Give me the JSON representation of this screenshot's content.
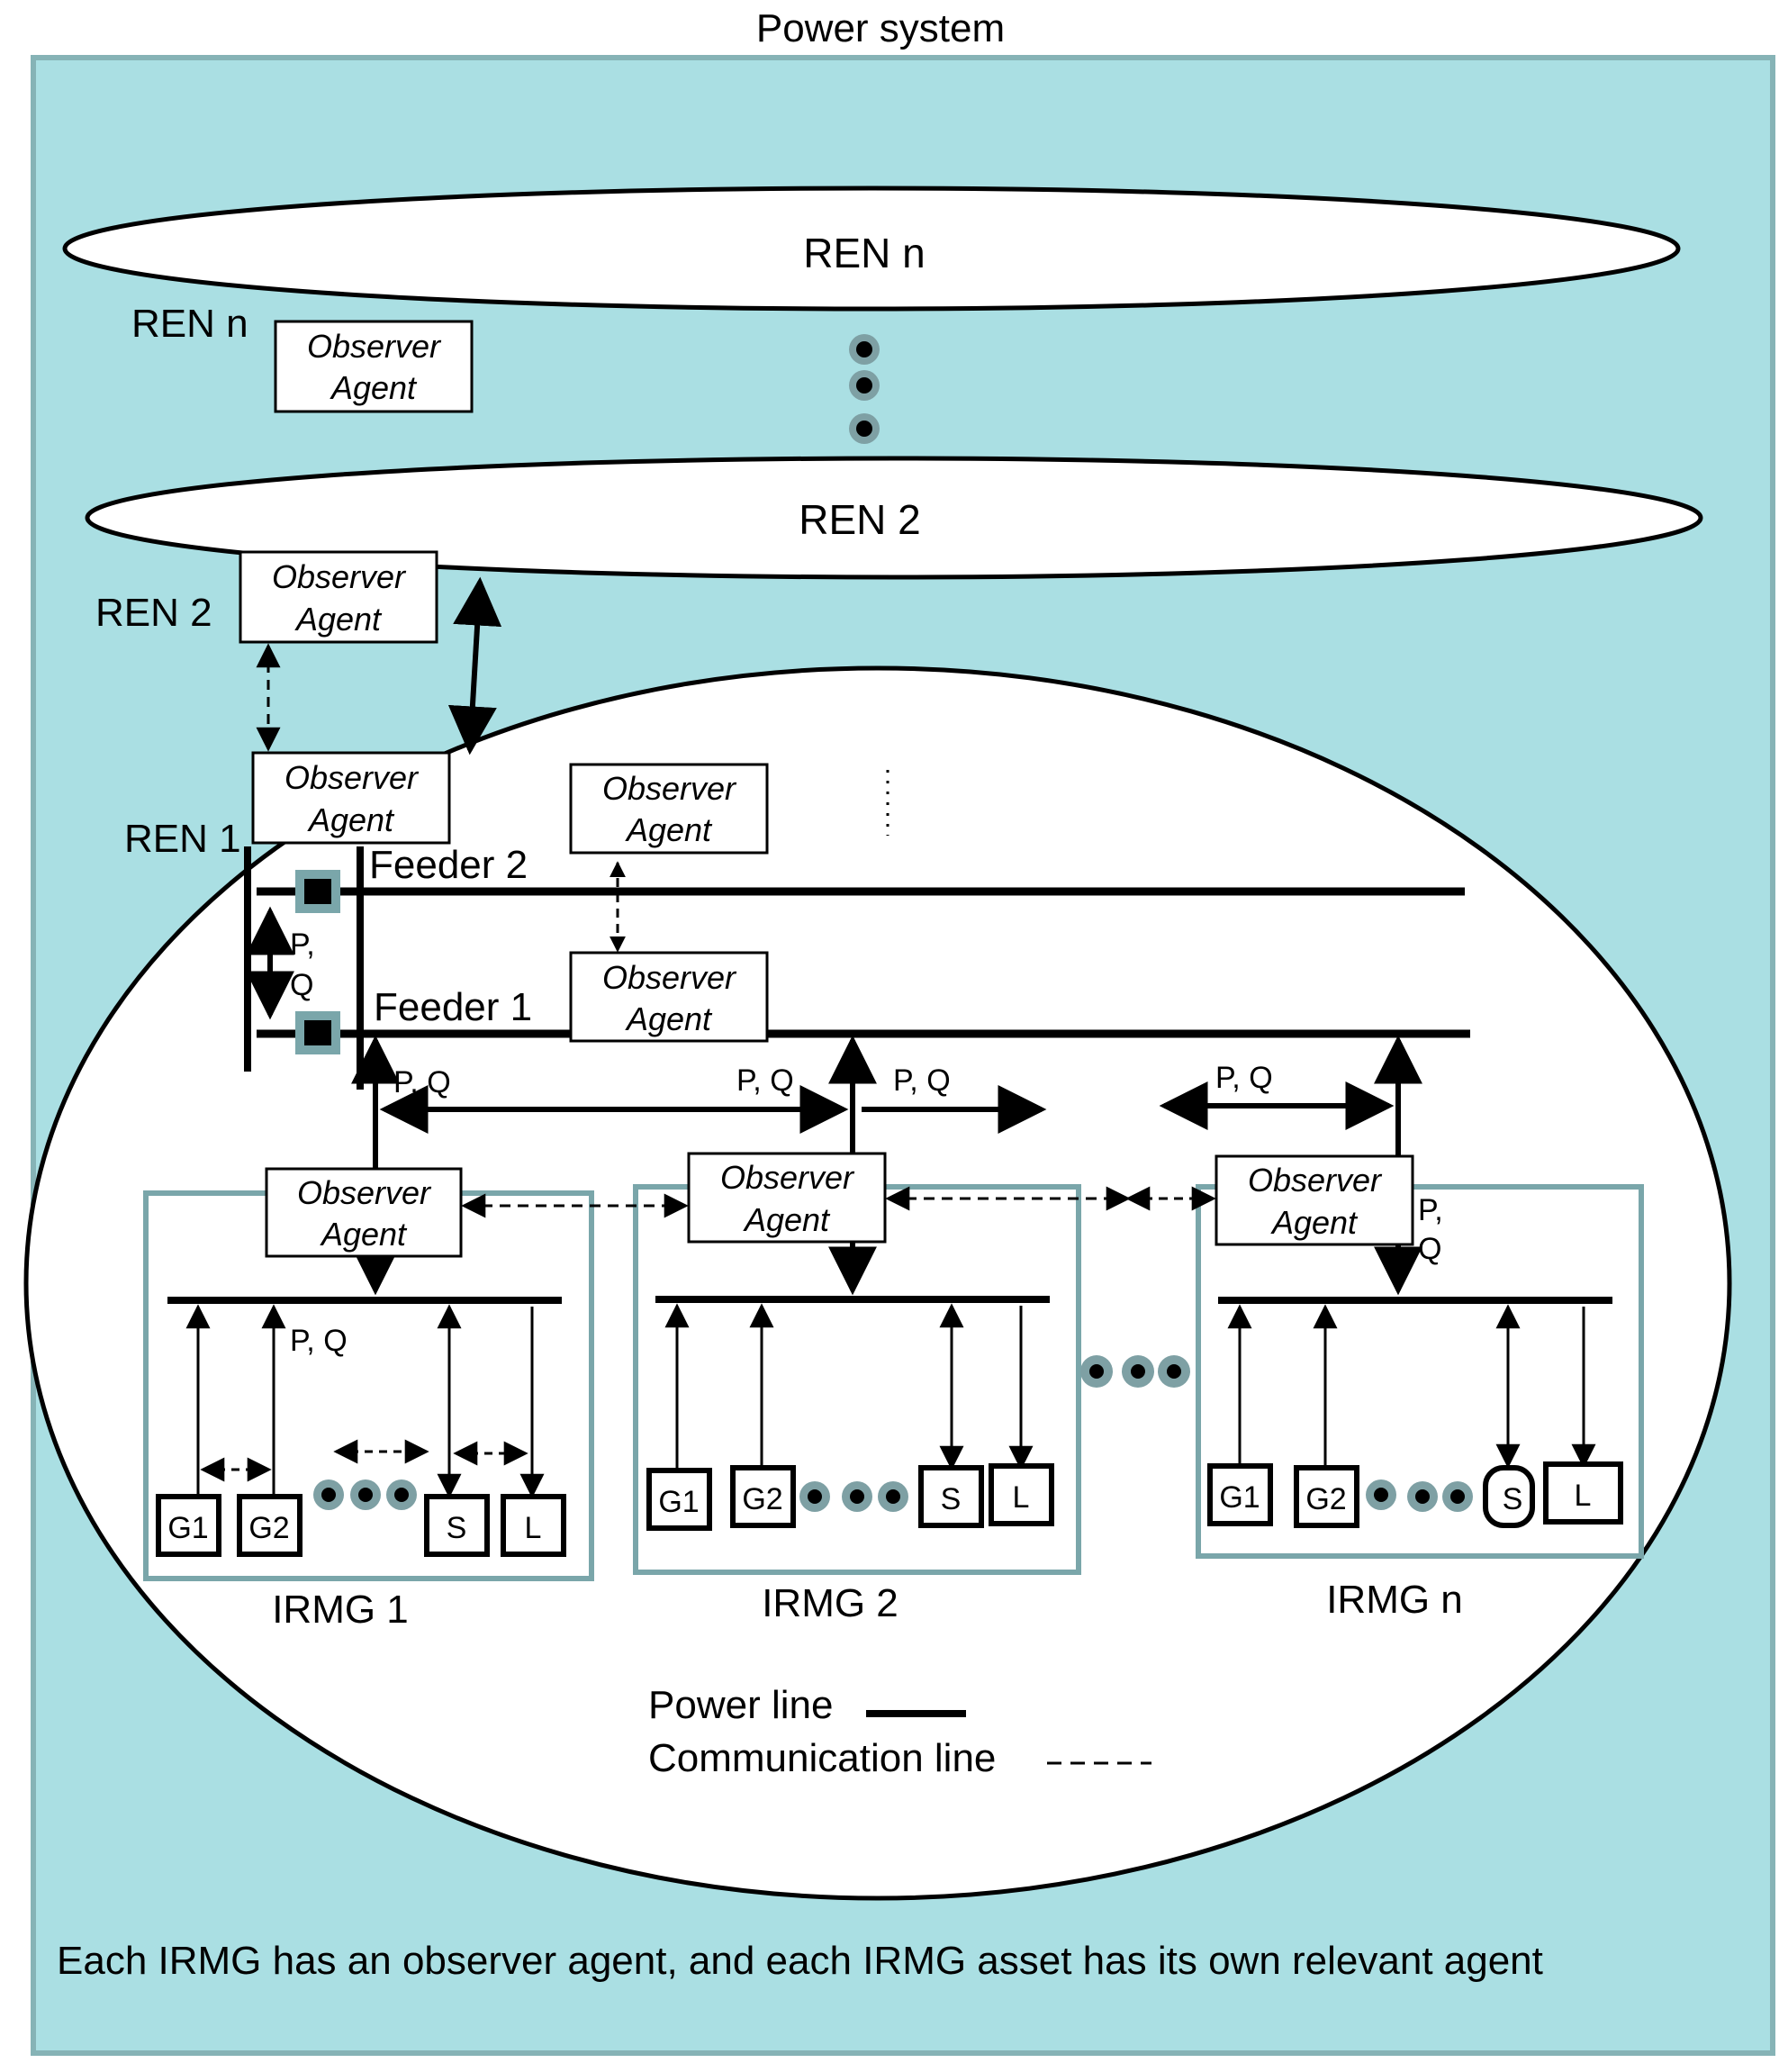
{
  "title": "Power system",
  "colors": {
    "background": "#ffffff",
    "system_fill": "#aadfe3",
    "system_border": "#86b3b6",
    "irmg_border": "#7aa6aa",
    "dot_ring": "#7ea0a4",
    "ink": "#000000"
  },
  "ren_labels": {
    "ren_n": "REN n",
    "ren_2": "REN 2",
    "ren_1": "REN 1"
  },
  "ellipse_labels": {
    "ren_n": "REN n",
    "ren_2": "REN 2"
  },
  "agent": {
    "line1": "Observer",
    "line2": "Agent"
  },
  "feeders": {
    "feeder_2": "Feeder 2",
    "feeder_1": "Feeder 1"
  },
  "pq": {
    "full": "P, Q",
    "p": "P,",
    "q": "Q"
  },
  "irmgs": [
    {
      "label": "IRMG 1",
      "assets": [
        "G1",
        "G2",
        "S",
        "L"
      ]
    },
    {
      "label": "IRMG 2",
      "assets": [
        "G1",
        "G2",
        "S",
        "L"
      ]
    },
    {
      "label": "IRMG n",
      "assets": [
        "G1",
        "G2",
        "S",
        "L"
      ]
    }
  ],
  "legend": {
    "power_line": "Power line",
    "communication_line": "Communication line"
  },
  "footnote": "Each IRMG has an observer agent, and each IRMG asset has its own relevant agent"
}
